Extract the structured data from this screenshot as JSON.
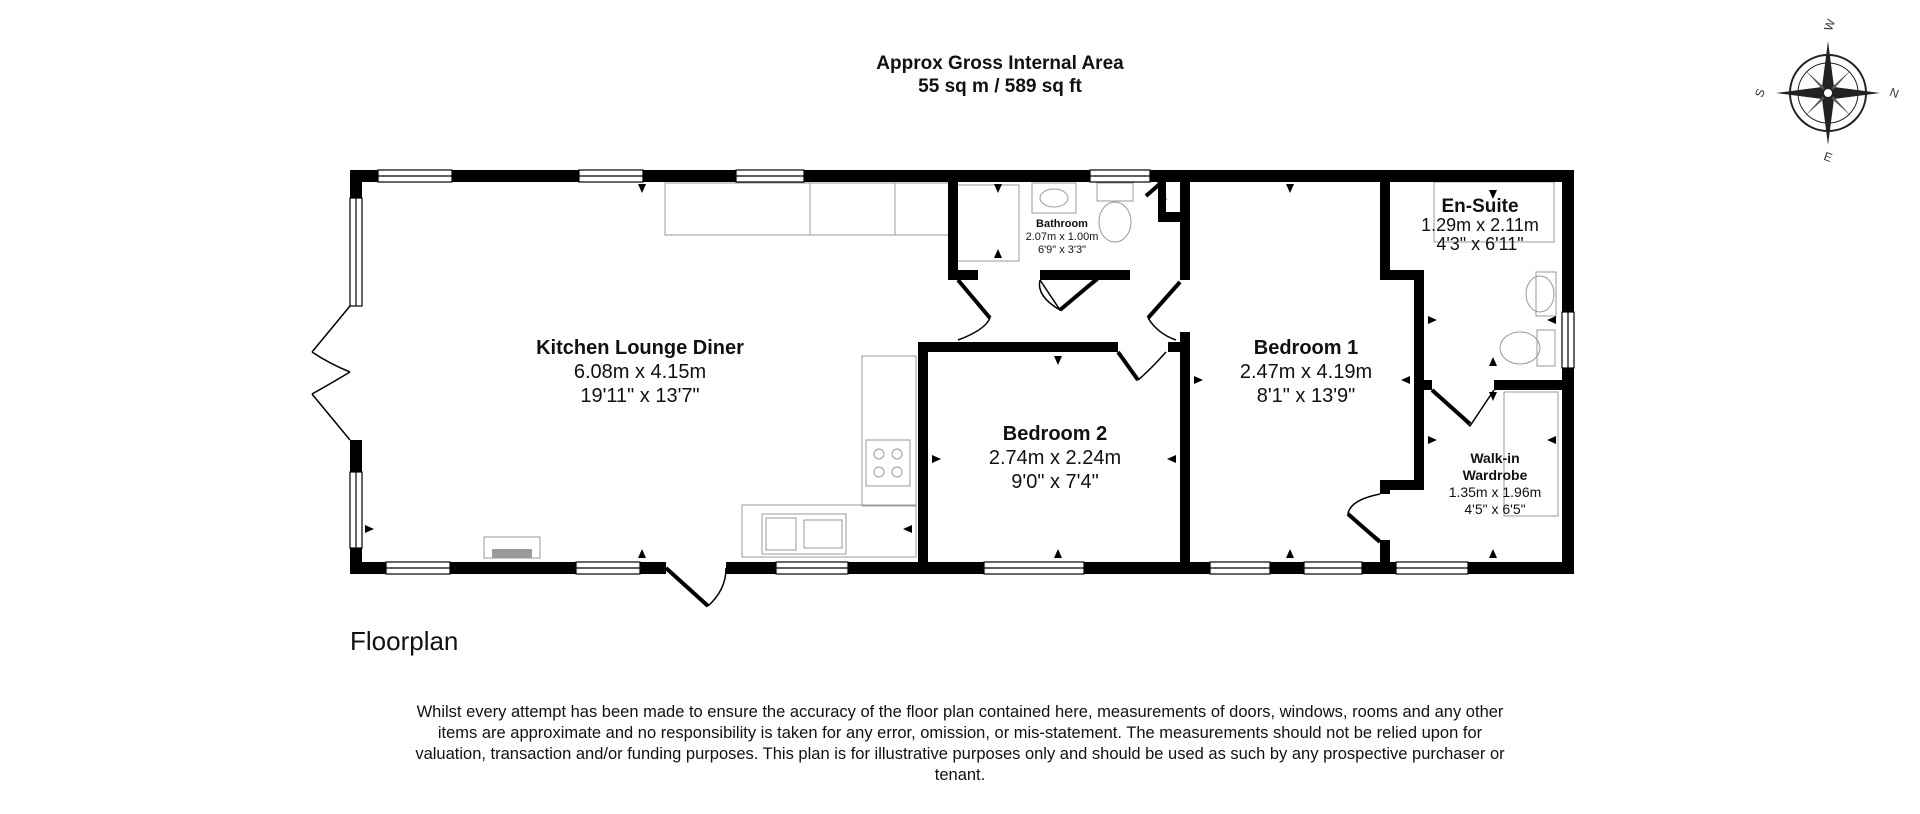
{
  "header": {
    "line1": "Approx Gross Internal Area",
    "line2": "55 sq m / 589 sq ft"
  },
  "compass": {
    "w": "W",
    "n": "N",
    "s": "S",
    "e": "E"
  },
  "rooms": {
    "kitchen": {
      "name": "Kitchen Lounge Diner",
      "metric": "6.08m x 4.15m",
      "imperial": "19'11\" x 13'7\""
    },
    "bedroom2": {
      "name": "Bedroom 2",
      "metric": "2.74m x 2.24m",
      "imperial": "9'0\" x 7'4\""
    },
    "bedroom1": {
      "name": "Bedroom 1",
      "metric": "2.47m x 4.19m",
      "imperial": "8'1\" x 13'9\""
    },
    "bathroom": {
      "name": "Bathroom",
      "metric": "2.07m x 1.00m",
      "imperial": "6'9\" x 3'3\""
    },
    "ensuite": {
      "name": "En-Suite",
      "metric": "1.29m x 2.11m",
      "imperial": "4'3\" x 6'11\""
    },
    "wardrobe": {
      "name1": "Walk-in",
      "name2": "Wardrobe",
      "metric": "1.35m x 1.96m",
      "imperial": "4'5\" x 6'5\""
    }
  },
  "floor_title": "Floorplan",
  "disclaimer": "Whilst every attempt has been made to ensure the accuracy of the floor plan contained here, measurements of doors, windows, rooms and any other items are approximate and no responsibility is taken for any error, omission, or mis-statement. The measurements should not be relied upon for valuation, transaction and/or funding purposes. This plan is for illustrative purposes only and should be used as such by any prospective purchaser or tenant.",
  "colors": {
    "wall": "#000000",
    "fixture": "#999999",
    "background": "#ffffff"
  }
}
